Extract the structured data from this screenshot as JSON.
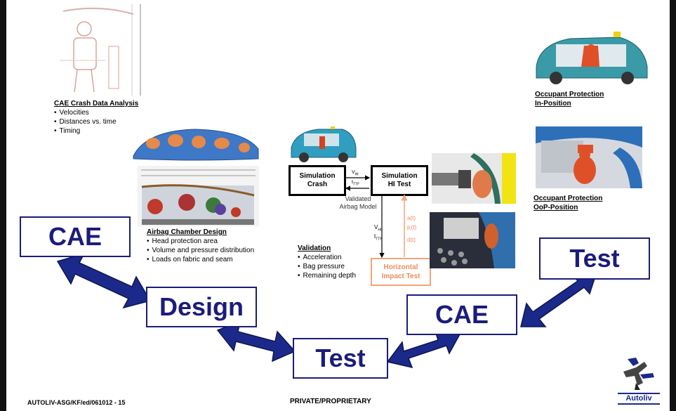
{
  "crash_analysis": {
    "title": "CAE Crash Data Analysis",
    "items": [
      "Velocities",
      "Distances vs. time",
      "Timing"
    ]
  },
  "airbag_design": {
    "title": "Airbag Chamber Design",
    "items": [
      "Head protection area",
      "Volume and pressure distribution",
      "Loads on fabric and seam"
    ]
  },
  "validation": {
    "title": "Validation",
    "items": [
      "Acceleration",
      "Bag pressure",
      "Remaining depth"
    ]
  },
  "occupant_in": {
    "line1": "Occupant Protection",
    "line2": "In-Position"
  },
  "occupant_oop": {
    "line1": "Occupant Protection",
    "line2": "OoP-Position"
  },
  "sim_crash": {
    "line1": "Simulation",
    "line2": "Crash"
  },
  "sim_hi": {
    "line1": "Simulation",
    "line2": "HI Test"
  },
  "hi_test": {
    "line1": "Horizontal",
    "line2": "Impact Test"
  },
  "flow_labels": {
    "v": "V",
    "v_sub": "HI",
    "t": "t",
    "t_sub": "TTF",
    "validated_1": "Validated",
    "validated_2": "Airbag Model",
    "a": "a(t)",
    "p": "p",
    "p_sub": "i",
    "p_rest": "(t)",
    "d": "d(t)"
  },
  "cycle": {
    "cae_left": "CAE",
    "design": "Design",
    "test_bottom": "Test",
    "cae_right": "CAE",
    "test_right": "Test"
  },
  "footer": {
    "doc_id": "AUTOLIV-ASG/KF/ed/061012 - 15",
    "classification": "PRIVATE/PROPRIETARY",
    "brand": "Autoliv"
  },
  "colors": {
    "cycle_blue": "#1c1c7a",
    "arrow_fill": "#1b2a8a",
    "test_orange": "#f08a5d"
  }
}
